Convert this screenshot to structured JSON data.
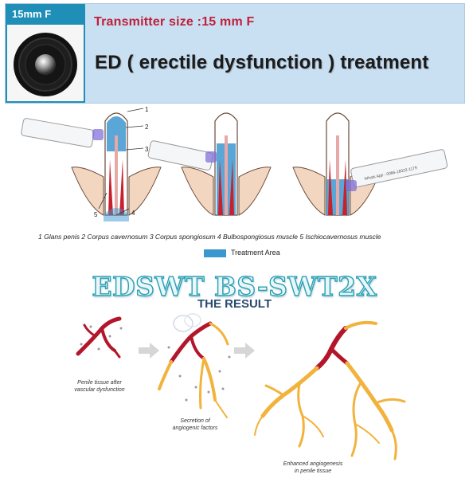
{
  "header": {
    "thumb_label": "15mm F",
    "transmitter_size": "Transmitter size :15 mm F",
    "title": "ED ( erectile dysfunction ) treatment"
  },
  "anatomy": {
    "numbers": [
      "1",
      "2",
      "3",
      "4",
      "5"
    ],
    "legend": "1 Glans penis  2 Corpus cavernosum  3 Corpus spongiosum  4 Bulbospongiosus muscle  5 Ischiocavernosus muscle",
    "treatment_area": "Treatment Area",
    "probe_text": "Whats App : 0086-18322-1179"
  },
  "result": {
    "model": "EDSWT BS-SWT2X",
    "heading": "THE RESULT",
    "caption_1_line1": "Penile tissue after",
    "caption_1_line2": "vascular dysfunction",
    "caption_2_line1": "Secretion of",
    "caption_2_line2": "angiogenic factors",
    "caption_3_line1": "Enhanced angiogenesis",
    "caption_3_line2": "in penile tissue"
  },
  "colors": {
    "banner": "#c9dff2",
    "thumb": "#1f8fb8",
    "size_text": "#c0203a",
    "treatment": "#3d97cf",
    "vessel_red": "#b3162a",
    "vessel_orange": "#f2b33d"
  }
}
